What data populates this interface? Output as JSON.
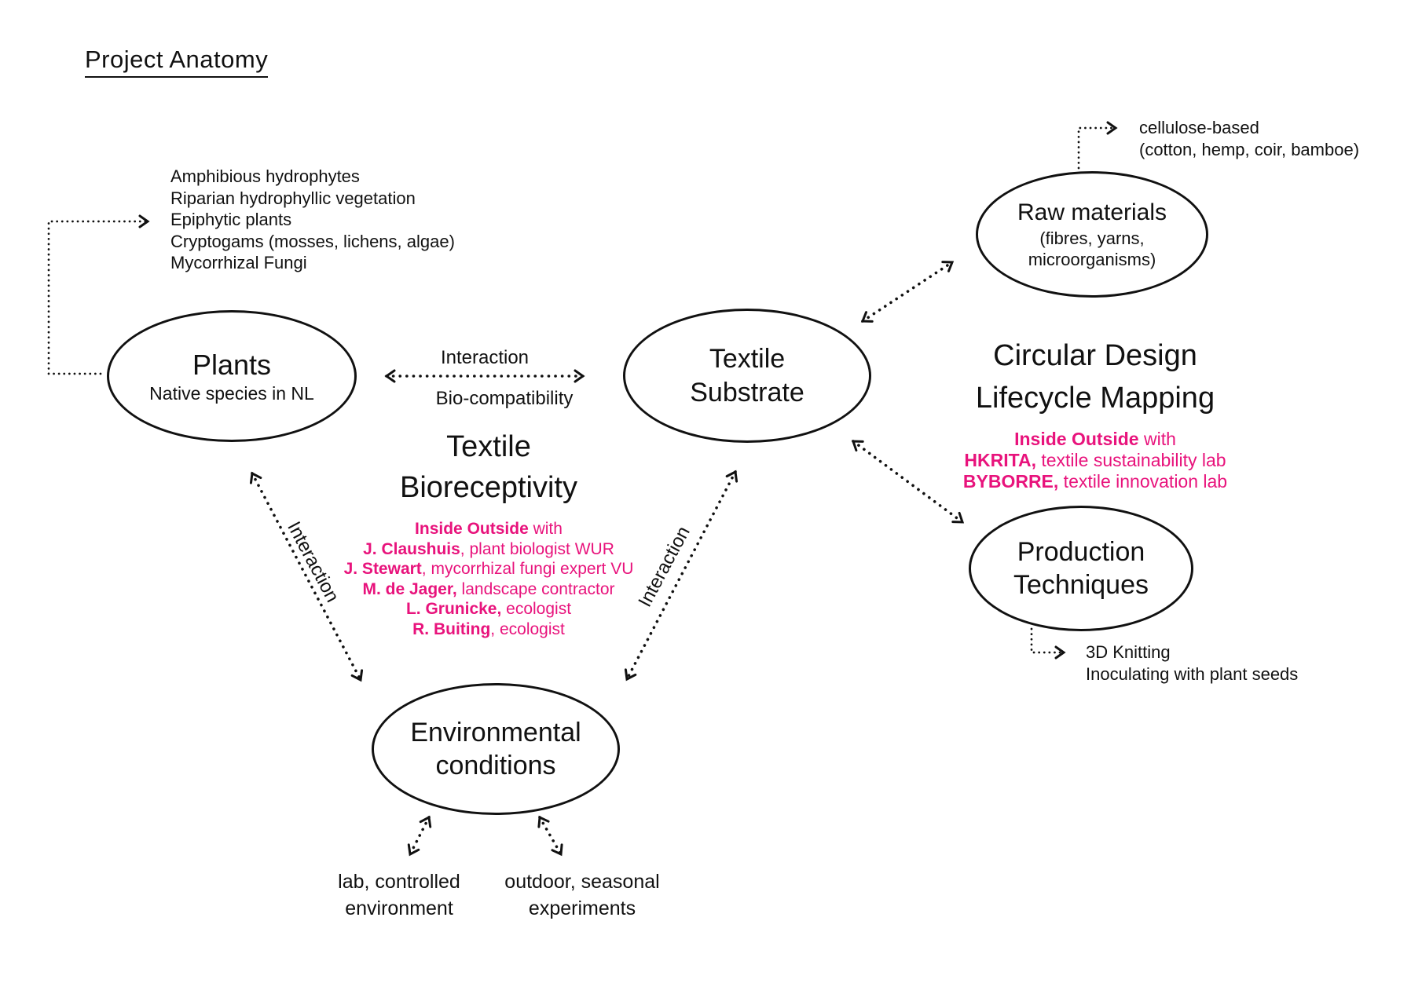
{
  "page": {
    "title": "Project Anatomy",
    "colors": {
      "ink": "#111111",
      "accent": "#e8137c",
      "background": "#ffffff"
    }
  },
  "nodes": {
    "plants": {
      "title": "Plants",
      "subtitle": "Native species in NL"
    },
    "textile_substrate": {
      "line1": "Textile",
      "line2": "Substrate"
    },
    "raw_materials": {
      "line1": "Raw materials",
      "line2": "(fibres, yarns,",
      "line3": "microorganisms)"
    },
    "production_techniques": {
      "line1": "Production",
      "line2": "Techniques"
    },
    "environmental_conditions": {
      "line1": "Environmental",
      "line2": "conditions"
    }
  },
  "annotations": {
    "plant_species_list": [
      "Amphibious hydrophytes",
      "Riparian hydrophyllic vegetation",
      "Epiphytic plants",
      "Cryptogams (mosses, lichens, algae)",
      "Mycorrhizal Fungi"
    ],
    "raw_materials_note": {
      "line1": "cellulose-based",
      "line2": "(cotton, hemp, coir, bamboe)"
    },
    "production_note": {
      "line1": "3D Knitting",
      "line2": "Inoculating with plant seeds"
    },
    "env_lab_note": {
      "line1": "lab, controlled",
      "line2": "environment"
    },
    "env_outdoor_note": {
      "line1": "outdoor, seasonal",
      "line2": "experiments"
    }
  },
  "edges": {
    "plants_textile": {
      "above": "Interaction",
      "below": "Bio-compatibility"
    },
    "plants_env": {
      "label": "Interaction"
    },
    "textile_env": {
      "label": "Interaction"
    }
  },
  "projects": {
    "bioreceptivity": {
      "title_line1": "Textile",
      "title_line2": "Bioreceptivity",
      "team": [
        {
          "bold": "Inside Outside",
          "rest": " with"
        },
        {
          "bold": "J. Claushuis",
          "rest": ", plant biologist WUR"
        },
        {
          "bold": "J. Stewart",
          "rest": ", mycorrhizal fungi expert VU"
        },
        {
          "bold": "M. de Jager,",
          "rest": " landscape contractor"
        },
        {
          "bold": "L. Grunicke,",
          "rest": " ecologist"
        },
        {
          "bold": "R. Buiting",
          "rest": ", ecologist"
        }
      ]
    },
    "lifecycle": {
      "title_line1": "Circular Design",
      "title_line2": "Lifecycle Mapping",
      "team": [
        {
          "bold": "Inside Outside",
          "rest": " with"
        },
        {
          "bold": "HKRITA,",
          "rest": " textile sustainability lab"
        },
        {
          "bold": "BYBORRE,",
          "rest": " textile innovation lab"
        }
      ]
    }
  }
}
